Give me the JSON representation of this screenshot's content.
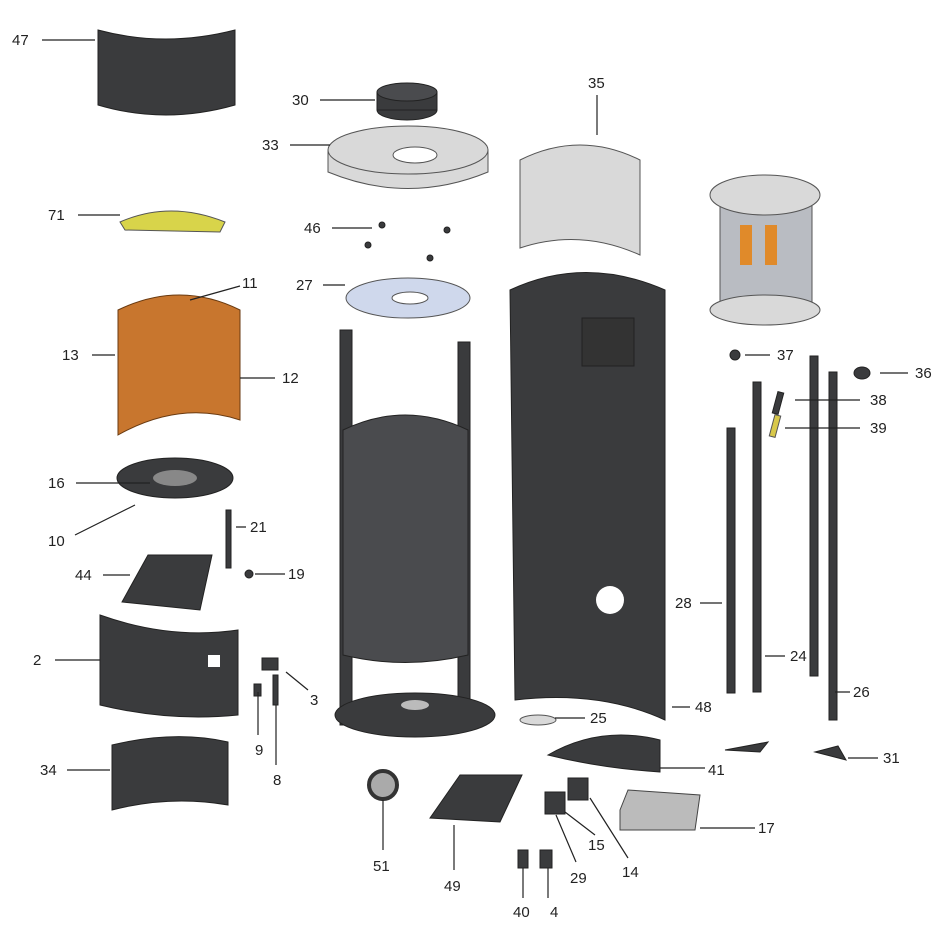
{
  "diagram": {
    "type": "exploded-parts-diagram",
    "part_numbers": [
      "47",
      "30",
      "33",
      "35",
      "71",
      "46",
      "27",
      "11",
      "13",
      "12",
      "37",
      "36",
      "38",
      "39",
      "16",
      "10",
      "21",
      "44",
      "19",
      "28",
      "24",
      "26",
      "2",
      "3",
      "9",
      "8",
      "25",
      "48",
      "41",
      "31",
      "34",
      "17",
      "51",
      "49",
      "15",
      "14",
      "29",
      "40",
      "4"
    ]
  }
}
